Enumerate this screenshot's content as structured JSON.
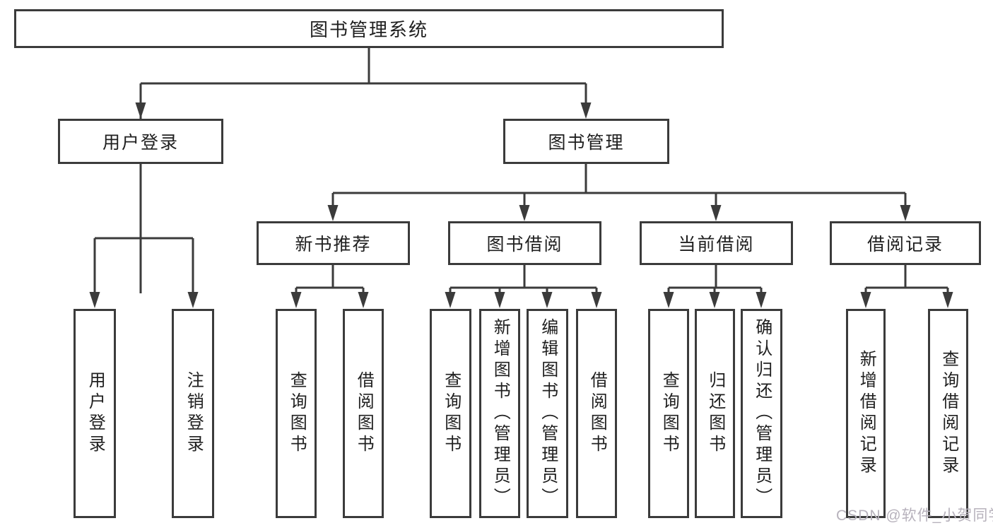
{
  "tree": {
    "root": {
      "label": "图书管理系统",
      "children": [
        {
          "label": "用户登录",
          "children": [
            {
              "label": "用户登录"
            },
            {
              "label": "注销登录"
            }
          ]
        },
        {
          "label": "图书管理",
          "children": [
            {
              "label": "新书推荐",
              "children": [
                {
                  "label": "查询图书"
                },
                {
                  "label": "借阅图书"
                }
              ]
            },
            {
              "label": "图书借阅",
              "children": [
                {
                  "label": "查询图书"
                },
                {
                  "label": "新增图书（管理员）"
                },
                {
                  "label": "编辑图书（管理员）"
                },
                {
                  "label": "借阅图书"
                }
              ]
            },
            {
              "label": "当前借阅",
              "children": [
                {
                  "label": "查询图书"
                },
                {
                  "label": "归还图书"
                },
                {
                  "label": "确认归还（管理员）"
                }
              ]
            },
            {
              "label": "借阅记录",
              "children": [
                {
                  "label": "新增借阅记录"
                },
                {
                  "label": "查询借阅记录"
                }
              ]
            }
          ]
        }
      ]
    }
  },
  "watermark": "CSDN @软件_小贺同学",
  "colors": {
    "line": "#3b3b3b",
    "text": "#1f1f1f",
    "watermark_text": "#b7b2bc",
    "background": "#ffffff"
  }
}
